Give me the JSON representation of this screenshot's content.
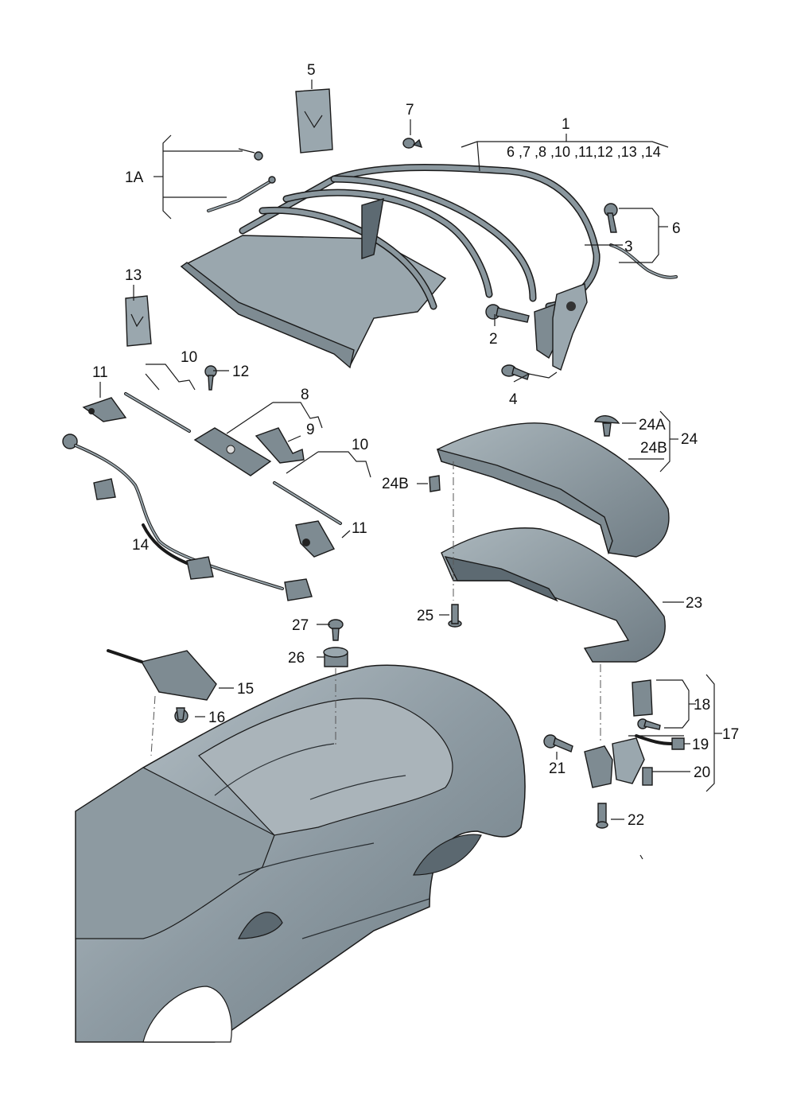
{
  "labels": {
    "l1": "1",
    "l1_list": "6 ,7 ,8 ,10 ,11,12 ,13 ,14",
    "l1A": "1A",
    "l2": "2",
    "l3": "3",
    "l4": "4",
    "l5": "5",
    "l6": "6",
    "l7": "7",
    "l8": "8",
    "l9": "9",
    "l10a": "10",
    "l10b": "10",
    "l11a": "11",
    "l11b": "11",
    "l12": "12",
    "l13": "13",
    "l14": "14",
    "l15": "15",
    "l16": "16",
    "l17": "17",
    "l18": "18",
    "l19": "19",
    "l20": "20",
    "l21": "21",
    "l22": "22",
    "l23": "23",
    "l24": "24",
    "l24A": "24A",
    "l24B": "24B",
    "l24B_left": "24B",
    "l25": "25",
    "l26": "26",
    "l27": "27"
  },
  "colors": {
    "part_fill": "#7e8b92",
    "outline": "#1a1a1a",
    "background": "#ffffff"
  }
}
